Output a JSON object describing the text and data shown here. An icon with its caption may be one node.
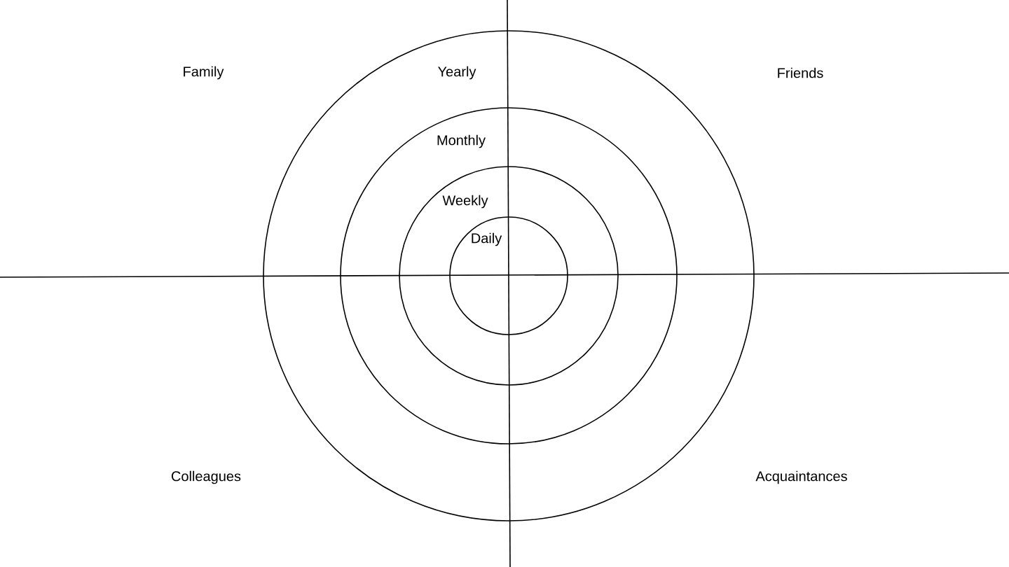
{
  "diagram": {
    "nodes": [
      {
        "text": [
          "Yearly"
        ]
      },
      {
        "text": [
          "Monthly"
        ],
        "in": 0
      },
      {
        "text": [
          "Weekly"
        ],
        "in": 1
      },
      {
        "text": [
          "Daily"
        ],
        "in": 2
      }
    ],
    "labels": [
      "Family",
      "Friends",
      "Colleagues",
      "Acquaintances"
    ]
  }
}
